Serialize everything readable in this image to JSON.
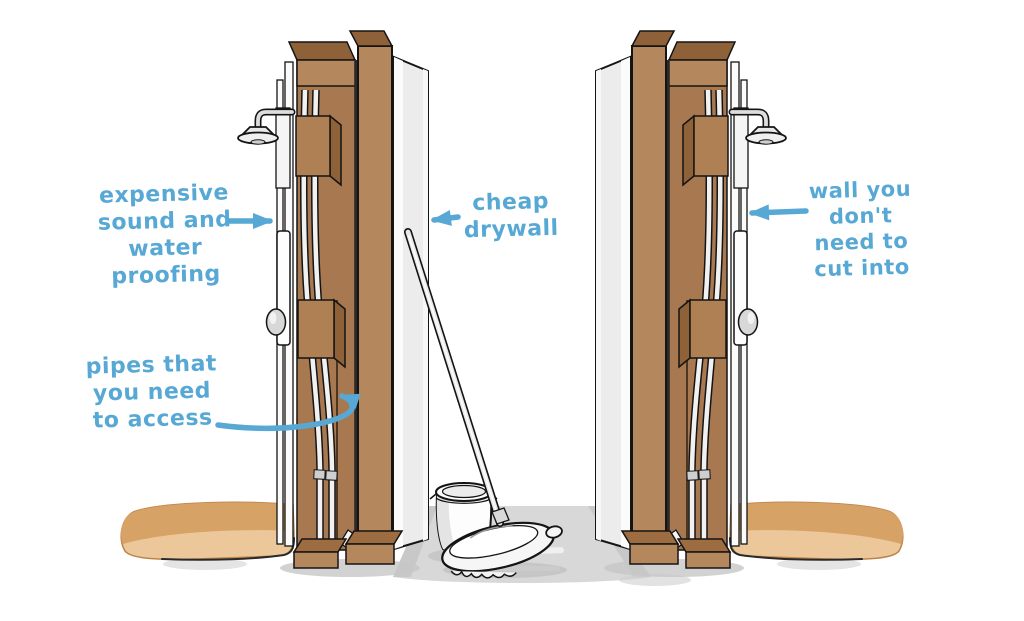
{
  "annotations": {
    "soundproofing": {
      "lines": [
        "expensive",
        "sound and",
        "water proofing"
      ]
    },
    "pipes_label": {
      "lines": [
        "pipes that",
        "you need",
        "to access"
      ]
    },
    "drywall_label": {
      "lines": [
        "cheap",
        "drywall"
      ]
    },
    "wall_label": {
      "lines": [
        "wall you",
        "don't",
        "need to",
        "cut into"
      ]
    }
  },
  "colors": {
    "annotation_blue": "#57a8d4",
    "stud_brown": "#b5875c",
    "stud_brown_dark": "#a87850",
    "stud_top_brown": "#8f6138",
    "block_brown": "#b08055",
    "plate_brown": "#9d6c41",
    "floor_tan": "#ecc79a",
    "floor_tan_dark": "#d7a266",
    "floor_gray": "#d8d8d8",
    "shadow_gray": "#c6c6c6",
    "panel_white": "#fbfbfb",
    "panel_gray": "#ececec",
    "outline": "#141414"
  }
}
